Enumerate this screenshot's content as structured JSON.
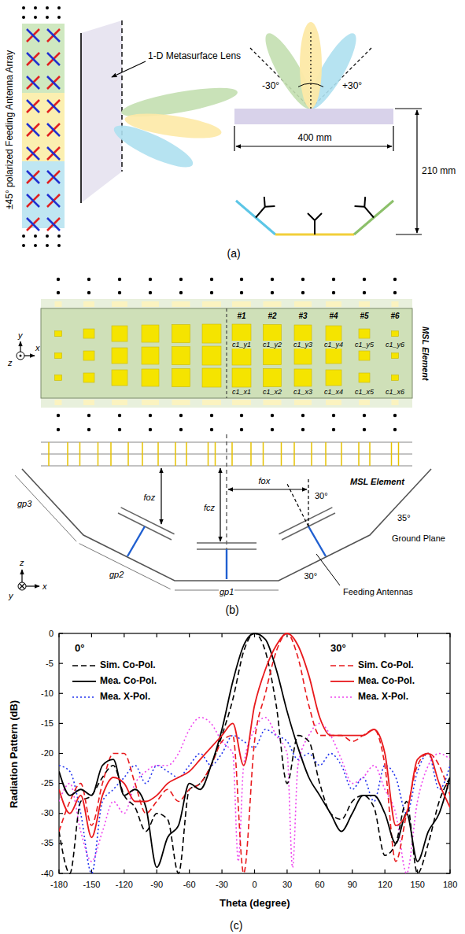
{
  "diagram": {
    "labels": [
      "±45° polarized Feeding Antenna Array",
      "1-D Metasurface Lens",
      "-30°",
      "+30°",
      "400 mm",
      "210 mm",
      "(a)",
      "#1",
      "#2",
      "#3",
      "#4",
      "#5",
      "#6",
      "c1_y1",
      "c1_y2",
      "c1_y3",
      "c1_y4",
      "c1_y5",
      "c1_y6",
      "c1_x1",
      "c1_x2",
      "c1_x3",
      "c1_x4",
      "c1_x5",
      "c1_x6",
      "MSL Element",
      "y",
      "z",
      "x",
      "MSL Element",
      "foz",
      "fcz",
      "fox",
      "30°",
      "35°",
      "Ground Plane",
      "gp3",
      "gp2",
      "30°",
      "gp1",
      "Feeding Antennas",
      "z",
      "y",
      "x",
      "(b)",
      "0",
      "-5",
      "-10",
      "-15",
      "-20",
      "-25",
      "-30",
      "-35",
      "-40",
      "-180",
      "-150",
      "-120",
      "-90",
      "-60",
      "-30",
      "0",
      "30",
      "60",
      "90",
      "120",
      "150",
      "180",
      "Radiation Pattern (dB)",
      "Theta (degree)",
      "0°",
      "30°",
      "(c)"
    ],
    "legend": [
      {
        "text": "Sim. Co-Pol."
      },
      {
        "text": "Mea. Co-Pol."
      },
      {
        "text": "Mea. X-Pol."
      },
      {
        "text": "Sim. Co-Pol."
      },
      {
        "text": "Mea. Co-Pol."
      },
      {
        "text": "Mea. X-Pol."
      }
    ]
  }
}
